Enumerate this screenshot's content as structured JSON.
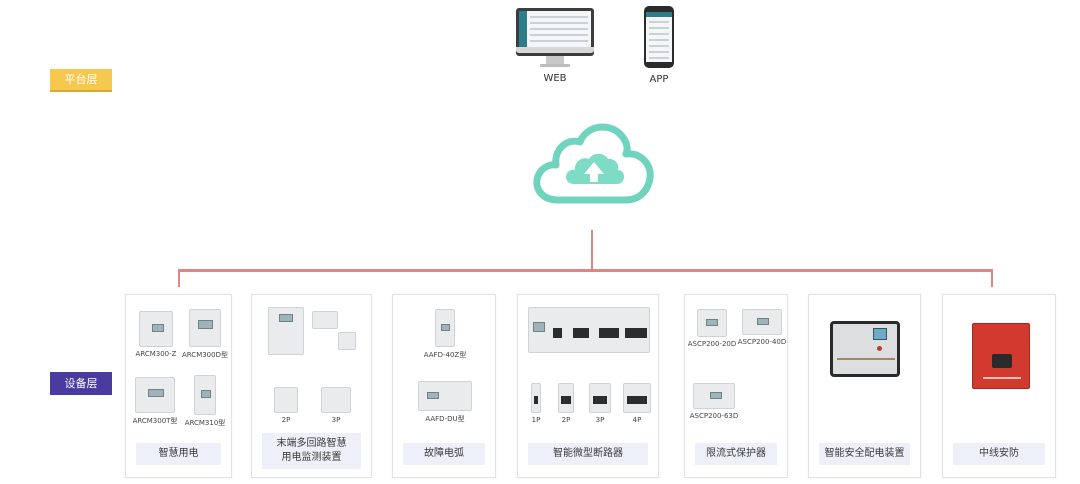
{
  "layers": {
    "platform": "平台层",
    "device": "设备层"
  },
  "terminals": [
    {
      "icon": "monitor-icon",
      "label": "WEB"
    },
    {
      "icon": "smartphone-icon",
      "label": "APP"
    }
  ],
  "cloud": {
    "icon": "cloud-upload-icon"
  },
  "colors": {
    "platform_tag": "#f6c94e",
    "device_tag": "#4a3ba0",
    "cloud": "#6fd3bd",
    "bus_line": "#e08585",
    "caption_bg": "#eef0f9"
  },
  "devices": [
    {
      "caption": "智慧用电",
      "products": [
        "ARCM300-Z",
        "ARCM300D型",
        "ARCM300T型",
        "ARCM310型"
      ]
    },
    {
      "caption": "末端多回路智慧用电监测装置",
      "products": [
        "2P",
        "3P"
      ]
    },
    {
      "caption": "故障电弧",
      "products": [
        "AAFD-40Z型",
        "AAFD-DU型"
      ]
    },
    {
      "caption": "智能微型断路器",
      "products": [
        "1P",
        "2P",
        "3P",
        "4P"
      ]
    },
    {
      "caption": "限流式保护器",
      "products": [
        "ASCP200-20D",
        "ASCP200-40D",
        "ASCP200-63D"
      ]
    },
    {
      "caption": "智能安全配电装置",
      "products": []
    },
    {
      "caption": "中线安防",
      "products": []
    }
  ]
}
